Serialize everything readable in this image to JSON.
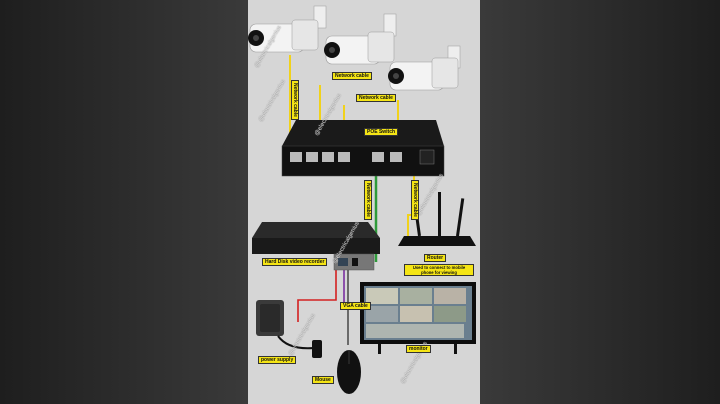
{
  "labels": {
    "network_cable_1": "Network cable",
    "network_cable_2": "Network cable",
    "network_cable_3": "Network cable",
    "network_cable_4": "Network cable",
    "network_cable_5": "Network cable",
    "poe_switch": "POE Switch",
    "hdd_recorder": "Hard Disk video recorder",
    "router": "Router",
    "router_note": "Used to connect to mobile phone for viewing",
    "vga_cable": "VGA cable",
    "monitor": "monitor",
    "power_supply": "power supply",
    "mouse": "Mouse"
  },
  "watermark": "@electricalgenius",
  "colors": {
    "network_cable": "#f1d21a",
    "green_cable": "#2e9a3a",
    "red_cable": "#d42020",
    "purple_cable": "#7a2ea0",
    "label_bg": "#f5e515"
  }
}
